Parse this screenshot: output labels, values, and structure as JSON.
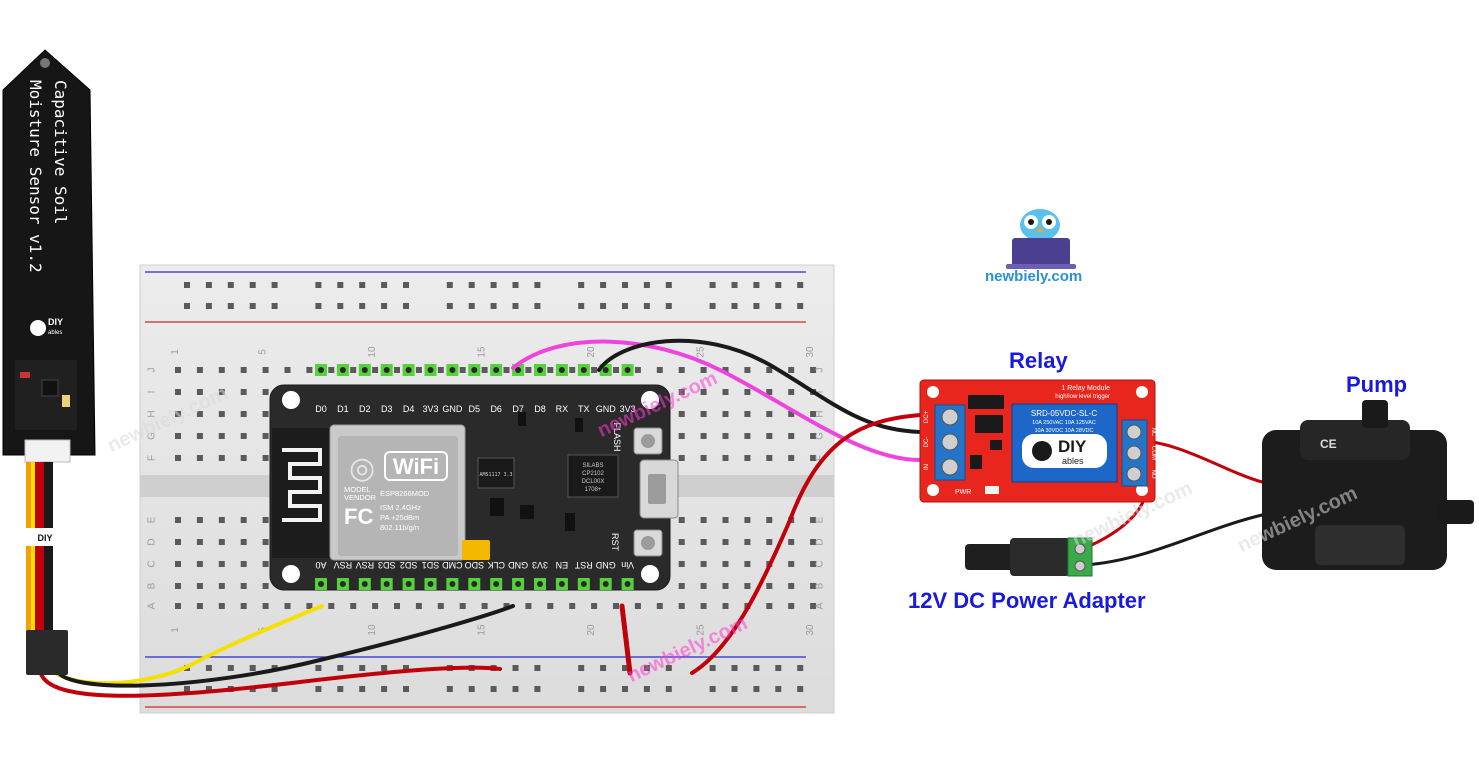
{
  "sensor": {
    "title_line1": "Capacitive Soil",
    "title_line2": "Moisture Sensor v1.2",
    "brand": "DIY",
    "brand_sub": "ables"
  },
  "breadboard": {
    "col_numbers": [
      "1",
      "5",
      "10",
      "15",
      "20",
      "25",
      "30"
    ],
    "row_letters_top": [
      "J",
      "I",
      "H",
      "G",
      "F"
    ],
    "row_letters_bottom": [
      "E",
      "D",
      "C",
      "B",
      "A"
    ]
  },
  "esp8266": {
    "top_pins": [
      "D0",
      "D1",
      "D2",
      "D3",
      "D4",
      "3V3",
      "GND",
      "D5",
      "D6",
      "D7",
      "D8",
      "RX",
      "TX",
      "GND",
      "3V3"
    ],
    "bottom_pins": [
      "A0",
      "RSV",
      "RSV",
      "SD3",
      "SD2",
      "SD1",
      "CMD",
      "SDO",
      "CLK",
      "GND",
      "3V3",
      "EN",
      "RST",
      "GND",
      "Vin"
    ],
    "wifi_text": "WiFi",
    "module_text": [
      "MODEL",
      "VENDOR",
      "ESP8266MOD",
      "ISM 2.4GHz",
      "PA  +25dBm",
      "802.11b/g/n"
    ],
    "flash_label": "FLASH",
    "rst_label": "RST",
    "regulator_text": "AMS1117 3.3",
    "usb_chip_text": [
      "SILABS",
      "CP2102",
      "DCL00X",
      "1708+"
    ]
  },
  "relay": {
    "label": "Relay",
    "board_text": "1 Relay Module",
    "trigger_text": "high/low level trigger",
    "coil_text": [
      "SRD-05VDC-SL-C",
      "10A 250VAC 10A 125VAC",
      "10A 30VDC 10A 28VDC"
    ],
    "brand": "DIY",
    "brand_sub": "ables",
    "pwr_label": "PWR",
    "terminal_labels": [
      "NC",
      "COM",
      "NO"
    ],
    "input_labels": [
      "DC+",
      "DC-",
      "IN"
    ]
  },
  "pump": {
    "label": "Pump"
  },
  "adapter": {
    "label": "12V DC Power Adapter"
  },
  "logo": {
    "site": "newbiely.com"
  },
  "watermarks": [
    "newbiely.com",
    "newbiely.com",
    "newbiely.com",
    "newbiely.com",
    "newbiely.com"
  ],
  "colors": {
    "label_blue": "#1a1adb",
    "wire_red": "#c0000a",
    "wire_black": "#1a1a1a",
    "wire_yellow": "#f5e000",
    "wire_magenta": "#ee44dd",
    "relay_board": "#e8261d",
    "breadboard": "#e6e6e6",
    "esp_board": "#2a2a2a",
    "pin_green": "#55d13b"
  }
}
